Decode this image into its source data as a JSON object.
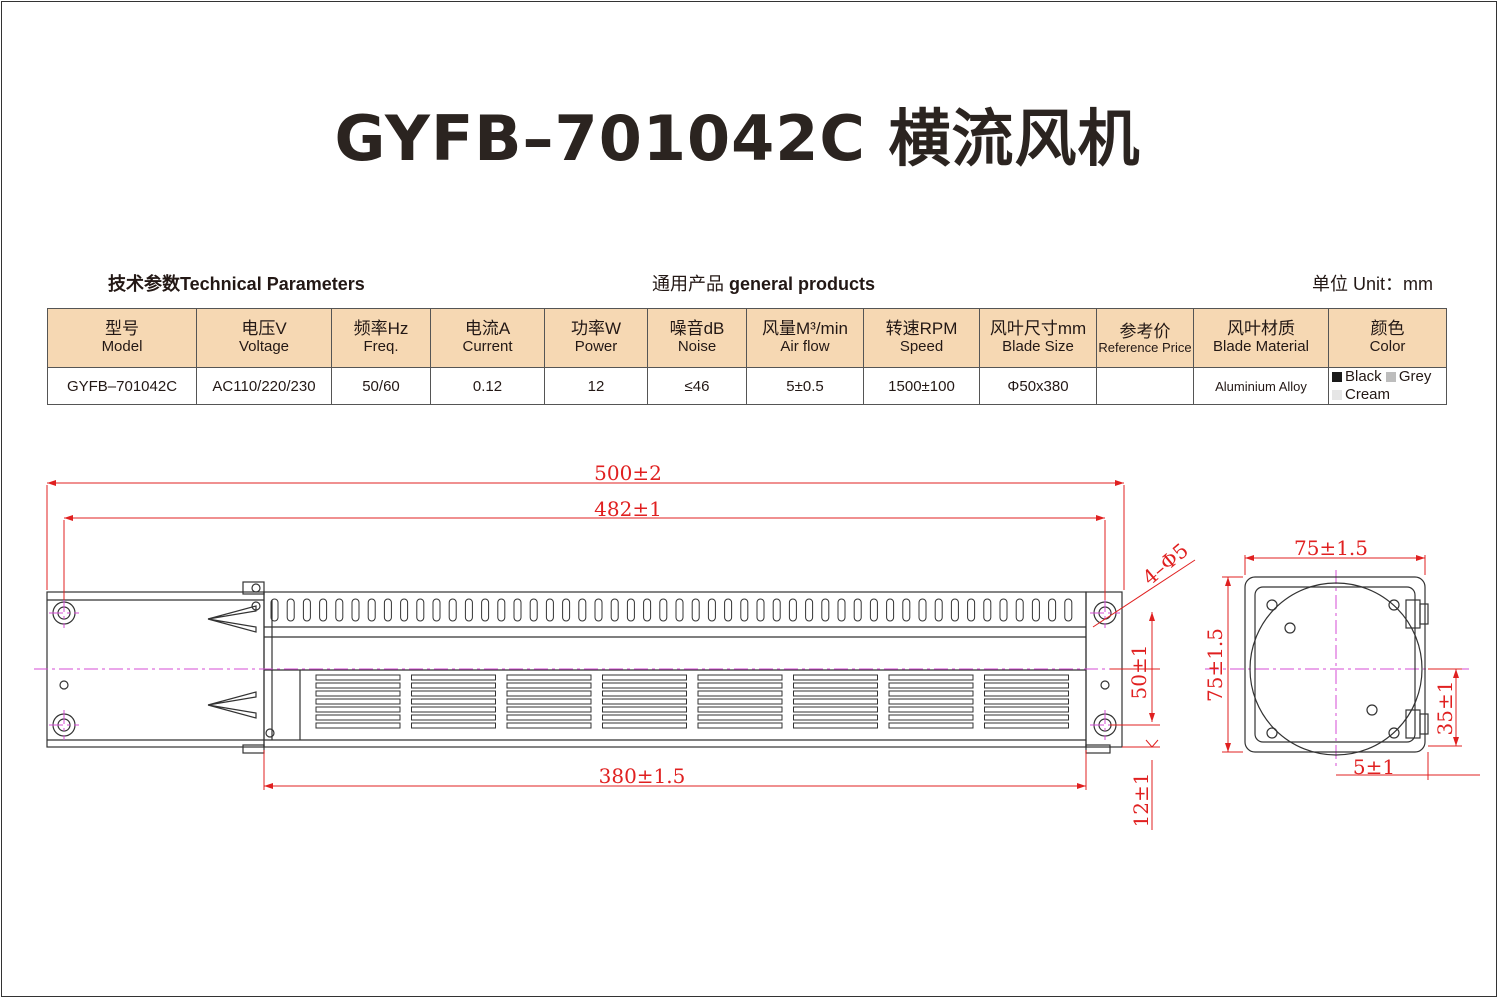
{
  "title": "GYFB–701042C 横流风机",
  "header": {
    "left_cn": "技术参数",
    "left_en": "Technical Parameters",
    "center_cn": "通用产品",
    "center_en": "general products",
    "right_cn": "单位",
    "right_en": "Unit：mm"
  },
  "table": {
    "headers": [
      {
        "cn": "型号",
        "en": "Model"
      },
      {
        "cn": "电压V",
        "en": "Voltage"
      },
      {
        "cn": "频率Hz",
        "en": "Freq."
      },
      {
        "cn": "电流A",
        "en": "Current"
      },
      {
        "cn": "功率W",
        "en": "Power"
      },
      {
        "cn": "噪音dB",
        "en": "Noise"
      },
      {
        "cn": "风量M³/min",
        "en": "Air flow"
      },
      {
        "cn": "转速RPM",
        "en": "Speed"
      },
      {
        "cn": "风叶尺寸mm",
        "en": "Blade Size"
      },
      {
        "cn": "参考价",
        "en": "Reference Price"
      },
      {
        "cn": "风叶材质",
        "en": "Blade Material"
      },
      {
        "cn": "颜色",
        "en": "Color"
      }
    ],
    "row": {
      "model": "GYFB–701042C",
      "voltage": "AC110/220/230",
      "freq": "50/60",
      "current": "0.12",
      "power": "12",
      "noise": "≤46",
      "airflow": "5±0.5",
      "speed": "1500±100",
      "blade_size": "Φ50x380",
      "price": "",
      "material": "Aluminium Alloy",
      "colors": [
        {
          "name": "Black",
          "swatch": "#1a1a1a"
        },
        {
          "name": "Grey",
          "swatch": "#bdbdbd"
        },
        {
          "name": "Cream",
          "swatch": "#e6e6e6"
        }
      ]
    }
  },
  "drawing": {
    "line_color": "#e02020",
    "dims": {
      "overall_length": "500±2",
      "mount_length": "482±1",
      "blade_length": "380±1.5",
      "holes": "4–Φ5",
      "height_50": "50±1",
      "offset_12": "12±1",
      "side_width": "75±1.5",
      "side_height": "75±1.5",
      "side_35": "35±1",
      "side_5": "5±1"
    }
  }
}
